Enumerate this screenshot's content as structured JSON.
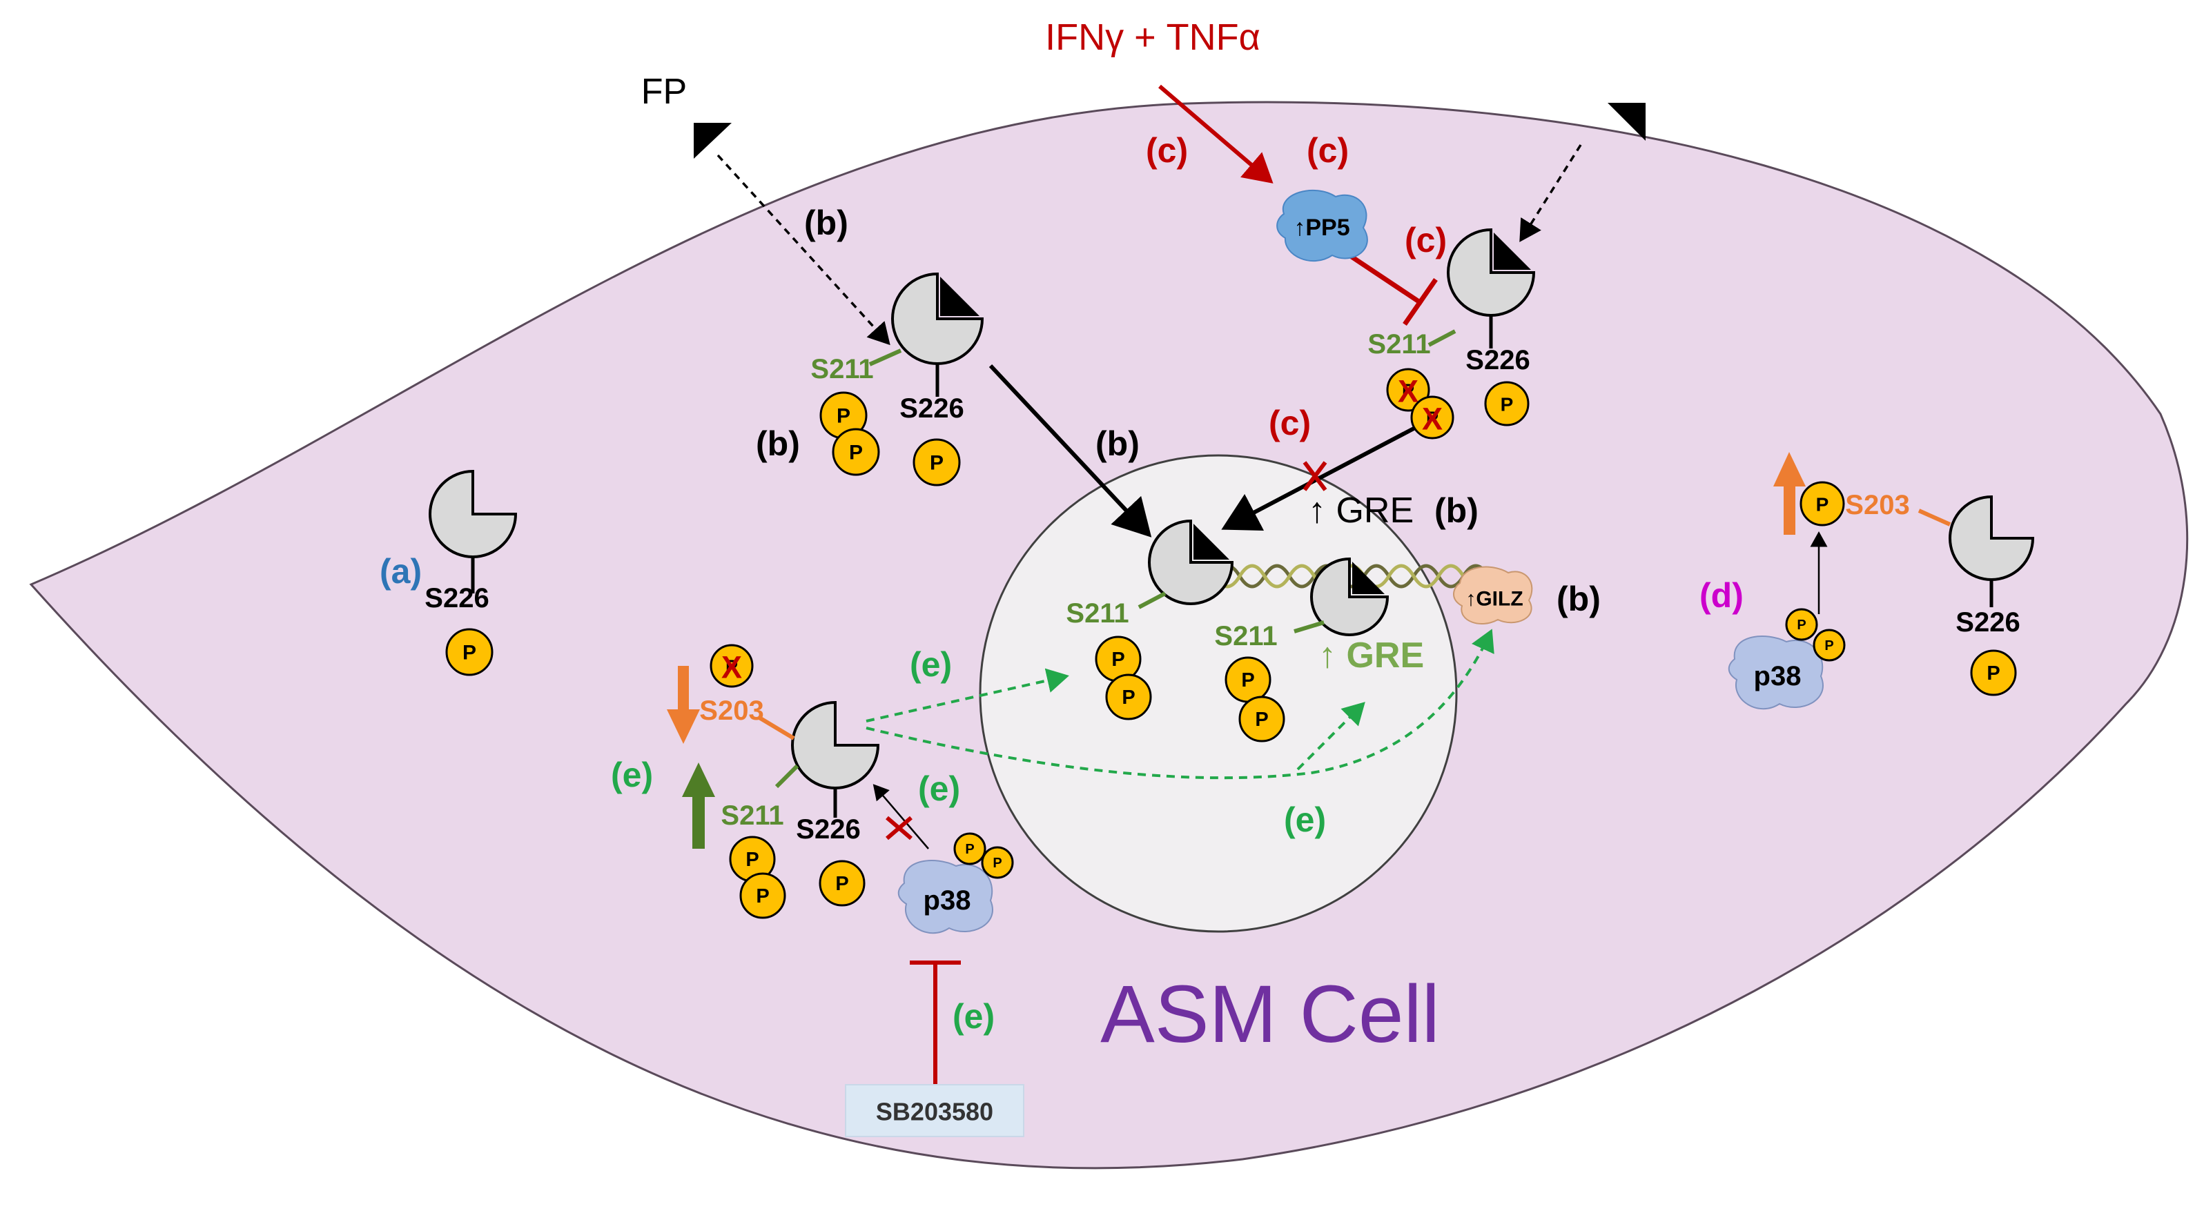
{
  "figure": {
    "stimulus": "IFNγ + TNFα",
    "drug_label": "FP",
    "cell_label": "ASM Cell",
    "inhibitor": "SB203580",
    "kinase": "p38",
    "phosphatase": "↑PP5",
    "gene": "↑GILZ",
    "gre_black": "↑ GRE",
    "gre_green": "↑ GRE",
    "phospho": "P",
    "residues": {
      "s211": "S211",
      "s226": "S226",
      "s203": "S203"
    },
    "panels": {
      "a": "(a)",
      "b": "(b)",
      "c": "(c)",
      "d": "(d)",
      "e": "(e)"
    }
  },
  "colors": {
    "cell": "#ead7ea",
    "nucleus": "#f1eff1",
    "receptor": "#d9d9d9",
    "phospho": "#ffc000",
    "stimulus": "#c00000",
    "label_a": "#2e75b6",
    "label_b": "#000000",
    "label_c": "#c00000",
    "label_d": "#cc00cc",
    "label_e": "#22a84a",
    "s211": "#5b8c32",
    "s203": "#ed7d31",
    "cell_label": "#7030a0",
    "pp5": "#6fa8dc",
    "p38": "#b4c3e6",
    "gilz": "#f4c7a8"
  }
}
